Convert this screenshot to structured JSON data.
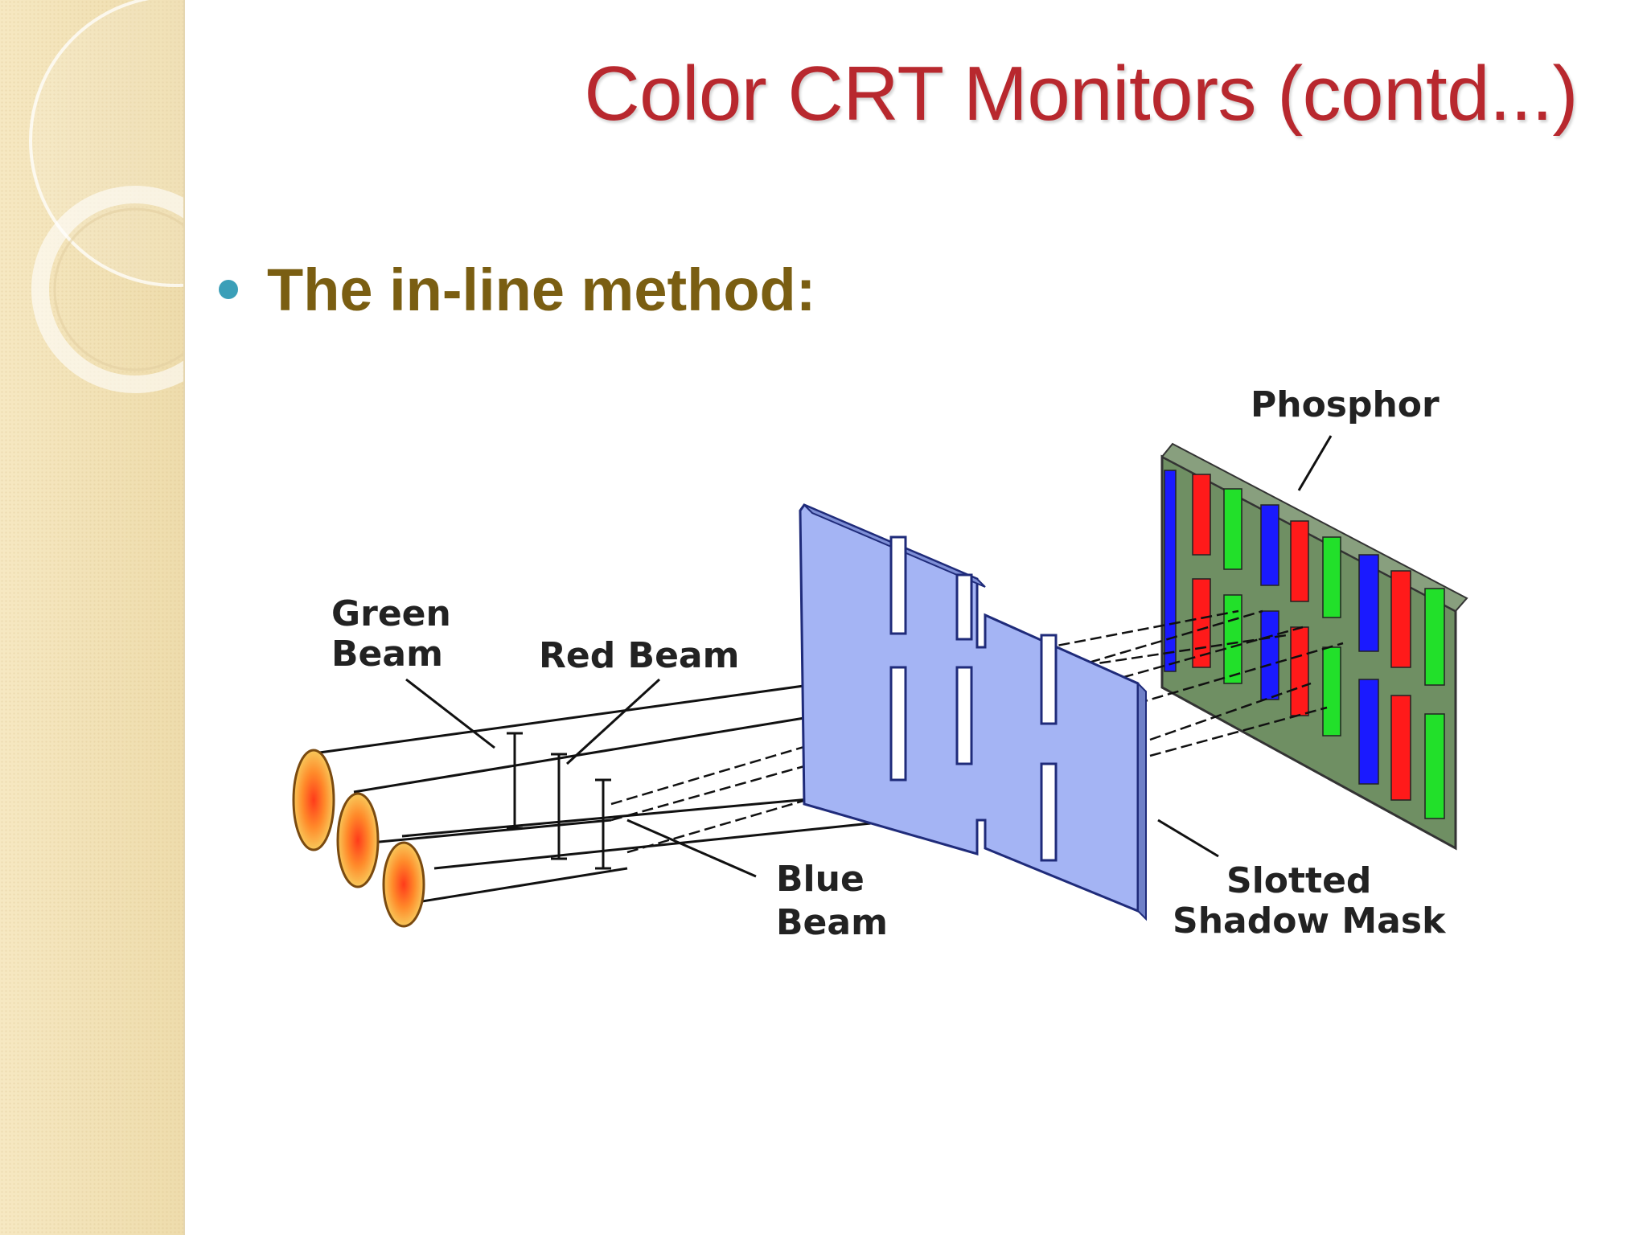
{
  "slide": {
    "title": "Color CRT Monitors (contd...)",
    "bullet": "The in-line method:"
  },
  "diagram": {
    "labels": {
      "green_beam_1": "Green",
      "green_beam_2": "Beam",
      "red_beam": "Red Beam",
      "blue_beam_1": "Blue",
      "blue_beam_2": "Beam",
      "phosphor": "Phosphor",
      "mask_1": "Slotted",
      "mask_2": "Shadow Mask"
    }
  },
  "colors": {
    "title": "#b8282e",
    "bullet_text": "#7a5e12",
    "bullet_dot": "#3b9fb8",
    "sidebar": "#f3e3b6",
    "mask_fill": "#a4b4f4",
    "phosphor_frame": "#6f8f63",
    "phosphor_red": "#ff1a1a",
    "phosphor_green": "#22e02a",
    "phosphor_blue": "#1a1aff"
  }
}
